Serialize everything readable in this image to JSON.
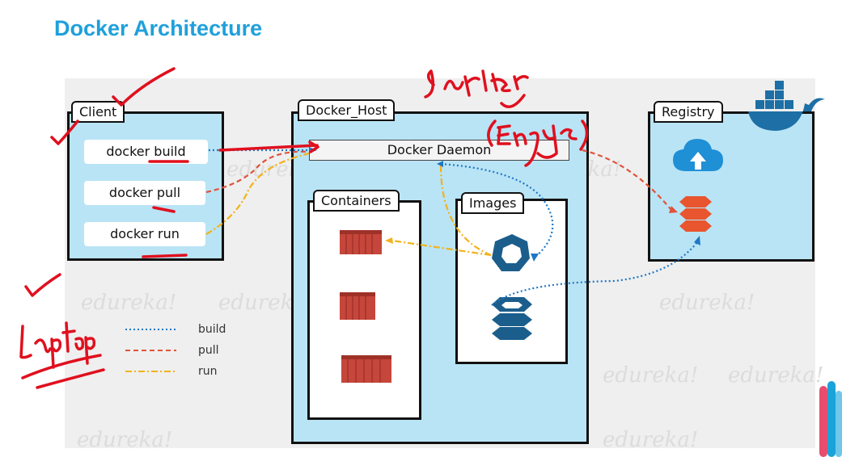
{
  "title": "Docker Architecture",
  "watermark": "edureka!",
  "client": {
    "label": "Client",
    "commands": [
      "docker build",
      "docker pull",
      "docker run"
    ]
  },
  "host": {
    "label": "Docker_Host",
    "daemon": "Docker Daemon",
    "containers": "Containers",
    "images": "Images"
  },
  "registry": {
    "label": "Registry"
  },
  "legend": [
    {
      "label": "build",
      "color": "#1f77c4",
      "style": "dotted"
    },
    {
      "label": "pull",
      "color": "#e0533a",
      "style": "dashed"
    },
    {
      "label": "run",
      "color": "#f2b21b",
      "style": "dashdot"
    }
  ],
  "annotations": {
    "server": "Server",
    "engine": "(Engine)",
    "laptop": "laptop"
  },
  "colors": {
    "box_fill": "#b9e4f5",
    "title": "#1fa0db",
    "container": "#c6463b",
    "image_icon": "#1b5e8c",
    "registry_icon": "#e8552f",
    "ink": "#e0101e"
  }
}
